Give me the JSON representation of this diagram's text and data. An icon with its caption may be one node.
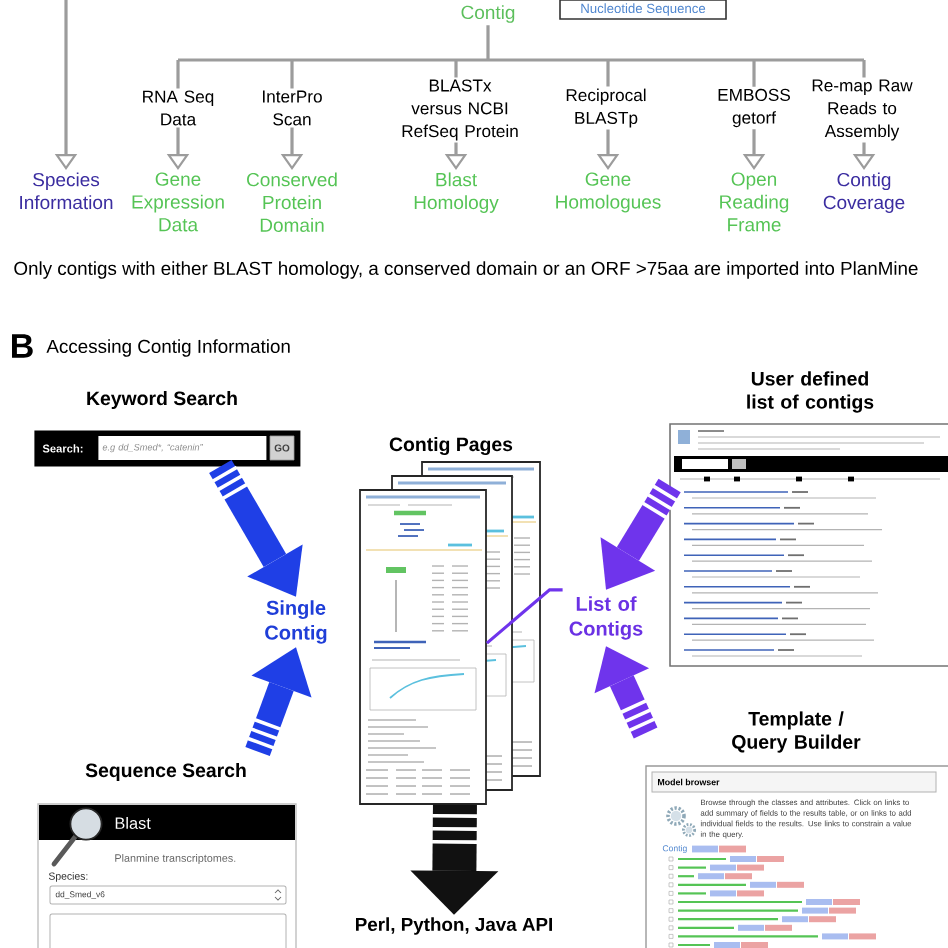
{
  "diagram": {
    "nodes": [
      {
        "text": [
          "Contig"
        ]
      },
      {
        "text": [
          "Nucleotide Sequence"
        ]
      },
      {
        "text": [
          "Species Information"
        ]
      },
      {
        "text": [
          "Gene Expression Data"
        ]
      },
      {
        "text": [
          "Conserved Protein Domain"
        ]
      },
      {
        "text": [
          "Blast Homology"
        ]
      },
      {
        "text": [
          "Gene Homologues"
        ]
      },
      {
        "text": [
          "Open Reading Frame"
        ]
      },
      {
        "text": [
          "Contig Coverage"
        ]
      },
      {
        "text": [
          "Keyword Search",
          "Search:",
          "e.g dd_Smed*, “catenin”",
          "GO"
        ]
      },
      {
        "text": [
          "Contig Pages"
        ]
      },
      {
        "text": [
          "Single Contig"
        ]
      },
      {
        "text": [
          "List of Contigs"
        ]
      },
      {
        "text": [
          "User defined list of contigs"
        ]
      },
      {
        "text": [
          "Sequence Search",
          "Blast",
          "Planmine transcriptomes.",
          "Species:",
          "dd_Smed_v6"
        ]
      },
      {
        "text": [
          "Template / Query Builder",
          "Model browser",
          "Browse through the classes and attributes. Click on links to add summary of fields to the results table, or on links to add individual fields to the results. Use links to constrain a value in the query.",
          "Contig"
        ]
      },
      {
        "text": [
          "Perl, Python, Java API"
        ]
      }
    ],
    "edges": [
      {
        "from": null,
        "to": 2,
        "arrow": "to"
      },
      {
        "from": 0,
        "to": 3,
        "arrow": "to",
        "label": "RNA Seq Data"
      },
      {
        "from": 0,
        "to": 4,
        "arrow": "to",
        "label": "InterPro Scan"
      },
      {
        "from": 0,
        "to": 5,
        "arrow": "to",
        "label": "BLASTx versus NCBI RefSeq Protein"
      },
      {
        "from": 0,
        "to": 6,
        "arrow": "to",
        "label": "Reciprocal BLASTp"
      },
      {
        "from": 0,
        "to": 7,
        "arrow": "to",
        "label": "EMBOSS getorf"
      },
      {
        "from": 0,
        "to": 8,
        "arrow": "to",
        "label": "Re-map Raw Reads to Assembly"
      },
      {
        "from": 9,
        "to": 11,
        "arrow": "to",
        "style": "thick",
        "color": "#1f3fe6"
      },
      {
        "from": 14,
        "to": 11,
        "arrow": "to",
        "style": "thick",
        "color": "#1f3fe6"
      },
      {
        "from": 13,
        "to": 12,
        "arrow": "to",
        "style": "thick",
        "color": "#6f34ec"
      },
      {
        "from": 15,
        "to": 12,
        "arrow": "to",
        "style": "thick",
        "color": "#6f34ec"
      },
      {
        "from": 12,
        "to": 10,
        "arrow": "none",
        "color": "#6f34ec"
      },
      {
        "from": 10,
        "to": 16,
        "arrow": "to",
        "style": "thick",
        "color": "#111111"
      }
    ],
    "labels": [
      "Only contigs with either BLAST homology, a conserved domain or an ORF >75aa are imported into PlanMine",
      "B",
      "Accessing Contig Information"
    ]
  }
}
